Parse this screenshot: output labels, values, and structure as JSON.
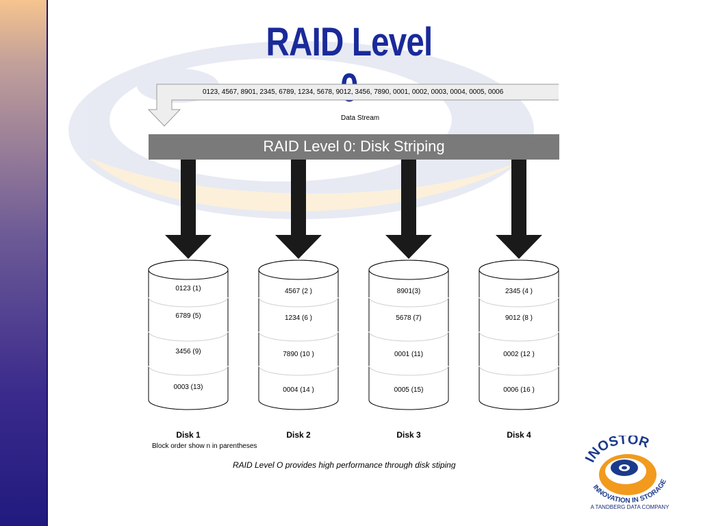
{
  "slide": {
    "title": "RAID Level 0",
    "data_stream": "0123, 4567, 8901, 2345, 6789, 1234, 5678, 9012, 3456, 7890, 0001, 0002, 0003, 0004, 0005, 0006",
    "data_stream_label": "Data Stream",
    "band_title": "RAID Level 0: Disk Striping",
    "disks": [
      {
        "name": "Disk 1",
        "blocks": [
          "0123 (1)",
          "6789 (5)",
          "3456 (9)",
          "0003 (13)"
        ]
      },
      {
        "name": "Disk 2",
        "blocks": [
          "4567 (2 )",
          "1234 (6 )",
          "7890 (10 )",
          "0004 (14 )"
        ]
      },
      {
        "name": "Disk 3",
        "blocks": [
          "8901(3)",
          "5678 (7)",
          "0001 (11)",
          "0005 (15)"
        ]
      },
      {
        "name": "Disk 4",
        "blocks": [
          "2345 (4 )",
          "9012 (8 )",
          "0002 (12 )",
          "0006 (16 )"
        ]
      }
    ],
    "block_order_note": "Block order show n in parentheses",
    "caption": "RAID Level O provides high performance through disk stiping"
  },
  "logo": {
    "name": "INOSTOR",
    "tagline": "INNOVATION IN STORAGE",
    "subtext": "A TANDBERG DATA COMPANY"
  },
  "colors": {
    "title": "#1a2a9a",
    "band": "#7a7a7a",
    "arrow": "#1a1a1a",
    "logo_orange": "#f29a1d",
    "logo_blue": "#1c3a8c"
  }
}
